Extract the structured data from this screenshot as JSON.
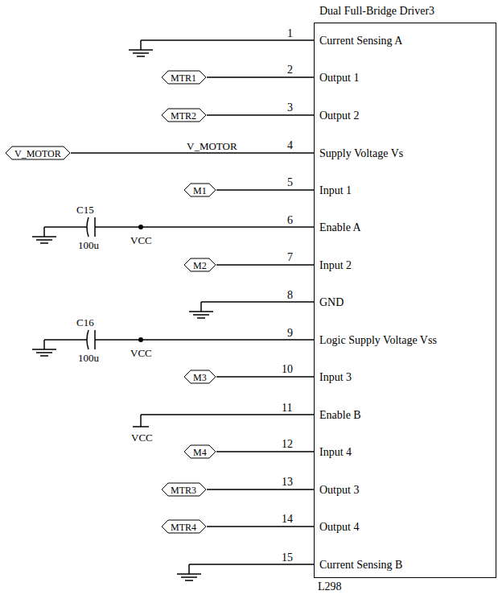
{
  "diagram": {
    "nodes": [
      {
        "text": [
          "Dual Full-Bridge Driver3",
          "Current Sensing A",
          "Output 1",
          "Output 2",
          "Supply Voltage Vs",
          "Input 1",
          "Enable A",
          "Input 2",
          "GND",
          "Logic Supply Voltage Vss",
          "Input 3",
          "Enable B",
          "Input 4",
          "Output 3",
          "Output 4",
          "Current Sensing B",
          "L298"
        ]
      },
      {
        "text": [
          "MTR1"
        ]
      },
      {
        "text": [
          "MTR2"
        ]
      },
      {
        "text": [
          "V_MOTOR"
        ]
      },
      {
        "text": [
          "M1"
        ]
      },
      {
        "text": [
          "M2"
        ]
      },
      {
        "text": [
          "M3"
        ]
      },
      {
        "text": [
          "M4"
        ]
      },
      {
        "text": [
          "MTR3"
        ]
      },
      {
        "text": [
          "MTR4"
        ]
      }
    ],
    "edges": [
      {
        "from": 1,
        "to": 0,
        "arrow": "none",
        "label": "2"
      },
      {
        "from": 2,
        "to": 0,
        "arrow": "none",
        "label": "3"
      },
      {
        "from": 3,
        "to": 0,
        "arrow": "none",
        "label": "4"
      },
      {
        "from": 4,
        "to": 0,
        "arrow": "none",
        "label": "5"
      },
      {
        "from": 5,
        "to": 0,
        "arrow": "none",
        "label": "7"
      },
      {
        "from": 6,
        "to": 0,
        "arrow": "none",
        "label": "10"
      },
      {
        "from": 7,
        "to": 0,
        "arrow": "none",
        "label": "12"
      },
      {
        "from": 8,
        "to": 0,
        "arrow": "none",
        "label": "13"
      },
      {
        "from": 9,
        "to": 0,
        "arrow": "none",
        "label": "14"
      }
    ],
    "labels": [
      "1",
      "V_MOTOR",
      "C15",
      "6",
      "100u",
      "VCC",
      "8",
      "C16",
      "9",
      "100u",
      "VCC",
      "11",
      "VCC",
      "15"
    ]
  }
}
